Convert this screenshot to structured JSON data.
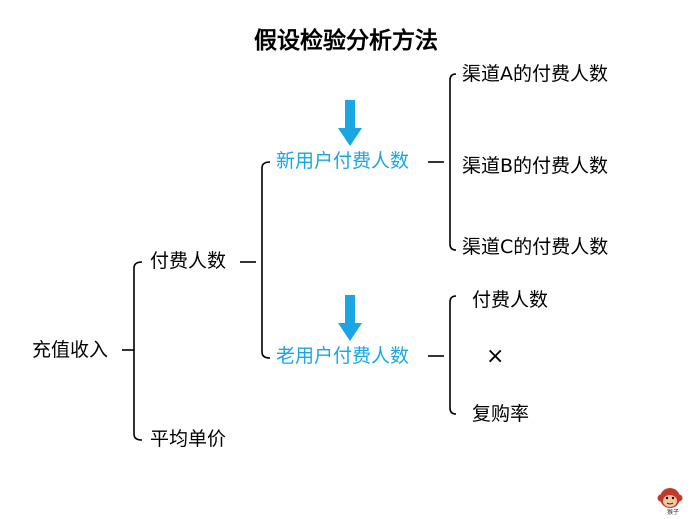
{
  "title": "假设检验分析方法",
  "tree": {
    "root": "充值收入",
    "level1": {
      "paying_users": "付费人数",
      "avg_price": "平均单价"
    },
    "level2": {
      "new_users": "新用户付费人数",
      "old_users": "老用户付费人数"
    },
    "new_user_children": [
      "渠道A的付费人数",
      "渠道B的付费人数",
      "渠道C的付费人数"
    ],
    "old_user_children": {
      "top": "付费人数",
      "operator": "×",
      "bottom": "复购率"
    }
  },
  "colors": {
    "highlight": "#1aa6e4",
    "arrow": "#1aa6e4",
    "line": "#000000"
  },
  "logo": {
    "icon": "monkey-face-icon",
    "caption": "猴子"
  }
}
